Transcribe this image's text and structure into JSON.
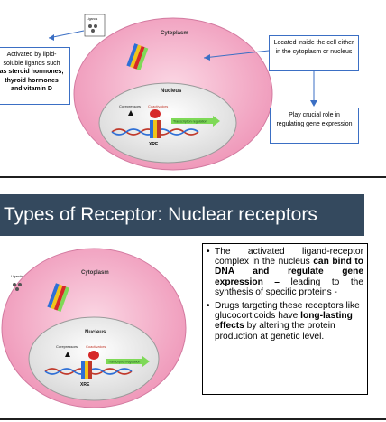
{
  "top_diagram": {
    "ligands_label": "Ligands",
    "cytoplasm_label": "Cytoplasm",
    "nucleus_label": "Nucleus",
    "corepressors_label": "Corepressors",
    "coactivators_label": "Coactivators",
    "transcription_label": "Transcription regulation",
    "xre_label": "XRE"
  },
  "callout_left": {
    "line1": "Activated by lipid-",
    "line2": "soluble ligands such",
    "line3": "as steroid hormones,",
    "line4": "thyroid hormones",
    "line5": "and vitamin D"
  },
  "callout_right_top": "Located inside the cell either in the cytoplasm or nucleus",
  "callout_right_bottom": "Play crucial role in regulating gene expression",
  "section_title": "Types of Receptor: Nuclear receptors",
  "bottom_diagram": {
    "ligands_label": "Ligands",
    "cytoplasm_label": "Cytoplasm",
    "nucleus_label": "Nucleus",
    "corepressors_label": "Corepressors",
    "coactivators_label": "Coactivators",
    "transcription_label": "Transcription regulation",
    "xre_label": "XRE"
  },
  "bullets": {
    "b1_part1": "The activated ligand-receptor complex in the nucleus ",
    "b1_bold": "can bind to DNA and regulate gene expression –",
    "b1_part2": " leading to the synthesis of specific proteins -",
    "b2_part1": "Drugs targeting these receptors like glucocorticoids have ",
    "b2_bold": "long-lasting effects",
    "b2_part2": " by altering the protein production at genetic level."
  },
  "colors": {
    "cell": "#f2a3c1",
    "nucleus": "#e4e4e4",
    "title_band": "#34495e",
    "callout_border": "#3b6fc4"
  }
}
